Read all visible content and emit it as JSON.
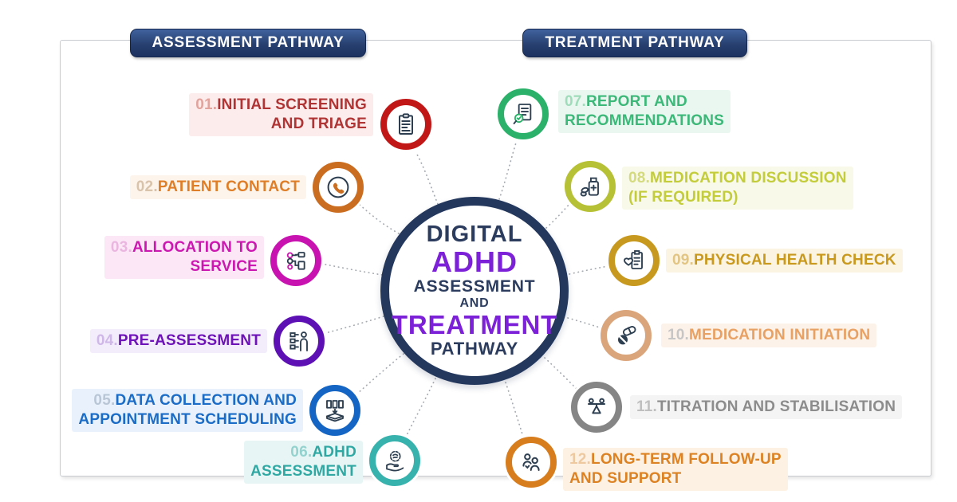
{
  "headers": {
    "assessment": "ASSESSMENT PATHWAY",
    "treatment": "TREATMENT PATHWAY",
    "badge_color": "#27406f"
  },
  "center": {
    "line1": "DIGITAL",
    "line2": "ADHD",
    "line3": "ASSESSMENT",
    "line4": "AND",
    "line5": "TREATMENT",
    "line6": "PATHWAY",
    "navy_color": "#2b3c5e",
    "purple_color": "#7d21d8",
    "ring_color": "#24385e"
  },
  "connector_color": "#a6abb2",
  "items": [
    {
      "number": "01.",
      "line1": "INITIAL SCREENING",
      "line2": "AND TRIAGE",
      "label": "INITIAL SCREENING AND TRIAGE",
      "icon": "clipboard-checklist-icon",
      "color": "#b03434",
      "number_color": "#e2a39d",
      "ring": "#c11717",
      "bg": "#fdecec"
    },
    {
      "number": "02.",
      "line1": "PATIENT CONTACT",
      "line2": "",
      "label": "PATIENT CONTACT",
      "icon": "phone-icon",
      "color": "#df7e28",
      "number_color": "#d9c3ab",
      "ring": "#cb6d21",
      "bg": "#fdf4ec"
    },
    {
      "number": "03.",
      "line1": "ALLOCATION TO",
      "line2": "SERVICE",
      "label": "ALLOCATION TO SERVICE",
      "icon": "workflow-allocation-icon",
      "color": "#cc17b0",
      "number_color": "#eab6e0",
      "ring": "#c813b1",
      "bg": "#fbe7f6"
    },
    {
      "number": "04.",
      "line1": "PRE-ASSESSMENT",
      "line2": "",
      "label": "PRE-ASSESSMENT",
      "icon": "person-checklist-icon",
      "color": "#6d13b8",
      "number_color": "#cfb8e8",
      "ring": "#5d11b5",
      "bg": "#f3ecfb"
    },
    {
      "number": "05.",
      "line1": "DATA COLLECTION AND",
      "line2": "APPOINTMENT SCHEDULING",
      "label": "DATA COLLECTION AND APPOINTMENT SCHEDULING",
      "icon": "data-archive-icon",
      "color": "#1b6cc6",
      "number_color": "#b9c6d6",
      "ring": "#1566c4",
      "bg": "#e9f2fc"
    },
    {
      "number": "06.",
      "line1": "ADHD",
      "line2": "ASSESSMENT",
      "label": "ADHD ASSESSMENT",
      "icon": "hand-brain-icon",
      "color": "#2fa8a3",
      "number_color": "#93d2ce",
      "ring": "#38b2ad",
      "bg": "#e7f6f5"
    },
    {
      "number": "07.",
      "line1": "REPORT AND",
      "line2": "RECOMMENDATIONS",
      "label": "REPORT AND RECOMMENDATIONS",
      "icon": "report-magnifier-icon",
      "color": "#3cb878",
      "number_color": "#9edcba",
      "ring": "#2bb169",
      "bg": "#eaf7f0"
    },
    {
      "number": "08.",
      "line1": "MEDICATION DISCUSSION",
      "line2": "(IF REQUIRED)",
      "label": "MEDICATION DISCUSSION (IF REQUIRED)",
      "icon": "medicine-bottle-icon",
      "color": "#c3cc3a",
      "number_color": "#d4da7e",
      "ring": "#b7c135",
      "bg": "#f8f9e8"
    },
    {
      "number": "09.",
      "line1": "PHYSICAL HEALTH CHECK",
      "line2": "",
      "label": "PHYSICAL HEALTH CHECK",
      "icon": "clipboard-heart-icon",
      "color": "#c9991e",
      "number_color": "#e2c483",
      "ring": "#c8991f",
      "bg": "#fbf4e3"
    },
    {
      "number": "10.",
      "line1": "MEDICATION INITIATION",
      "line2": "",
      "label": "MEDICATION INITIATION",
      "icon": "pills-icon",
      "color": "#e8a163",
      "number_color": "#c6c6c6",
      "ring": "#dba57c",
      "bg": "#fdf2e9"
    },
    {
      "number": "11.",
      "line1": "TITRATION AND STABILISATION",
      "line2": "",
      "label": "TITRATION AND STABILISATION",
      "icon": "balance-scale-icon",
      "color": "#8c8c8c",
      "number_color": "#bfbfbf",
      "ring": "#858585",
      "bg": "#f4f4f4"
    },
    {
      "number": "12.",
      "line1": "LONG-TERM FOLLOW-UP",
      "line2": "AND SUPPORT",
      "label": "LONG-TERM FOLLOW-UP AND SUPPORT",
      "icon": "people-support-icon",
      "color": "#dd8222",
      "number_color": "#eec9a0",
      "ring": "#d87d1e",
      "bg": "#fdf1e3"
    }
  ]
}
